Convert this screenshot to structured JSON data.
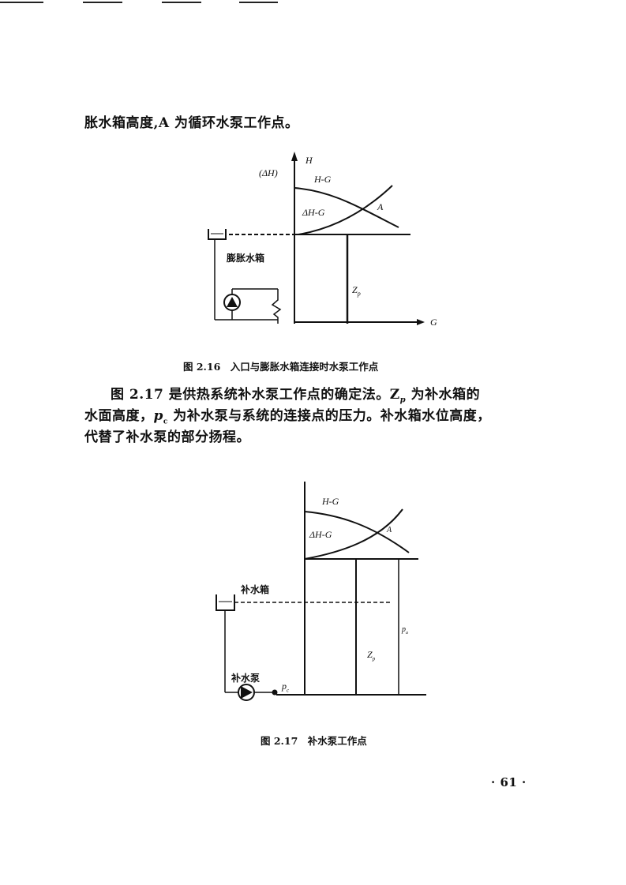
{
  "text": {
    "line_top": "胀水箱高度,A 为循环水泵工作点。",
    "fig216_caption": "图 2.16　入口与膨胀水箱连接时水泵工作点",
    "para_line1": "图 2.17 是供热系统补水泵工作点的确定法。Z",
    "para_line1_sub": "p",
    "para_line1_end": " 为补水箱的",
    "para_line2_start": "水面高度，",
    "para_line2_var": "p",
    "para_line2_sub": "c",
    "para_line2_end": " 为补水泵与系统的连接点的压力。补水箱水位高度，",
    "para_line3": "代替了补水泵的部分扬程。",
    "fig217_caption": "图 2.17　补水泵工作点",
    "page_number": "· 61 ·"
  },
  "fig216": {
    "axis_y": "H",
    "axis_y2": "(ΔH)",
    "axis_x": "G",
    "curve1": "H-G",
    "curve2": "ΔH-G",
    "point": "A",
    "tank": "膨胀水箱",
    "height": "Z",
    "height_sub": "p"
  },
  "fig217": {
    "curve1": "H-G",
    "curve2": "ΔH-G",
    "point": "A",
    "tank": "补水箱",
    "pump": "补水泵",
    "pressure_c": "p",
    "pressure_c_sub": "c",
    "height": "Z",
    "height_sub": "p",
    "pressure_a": "p",
    "pressure_a_sub": "a"
  }
}
